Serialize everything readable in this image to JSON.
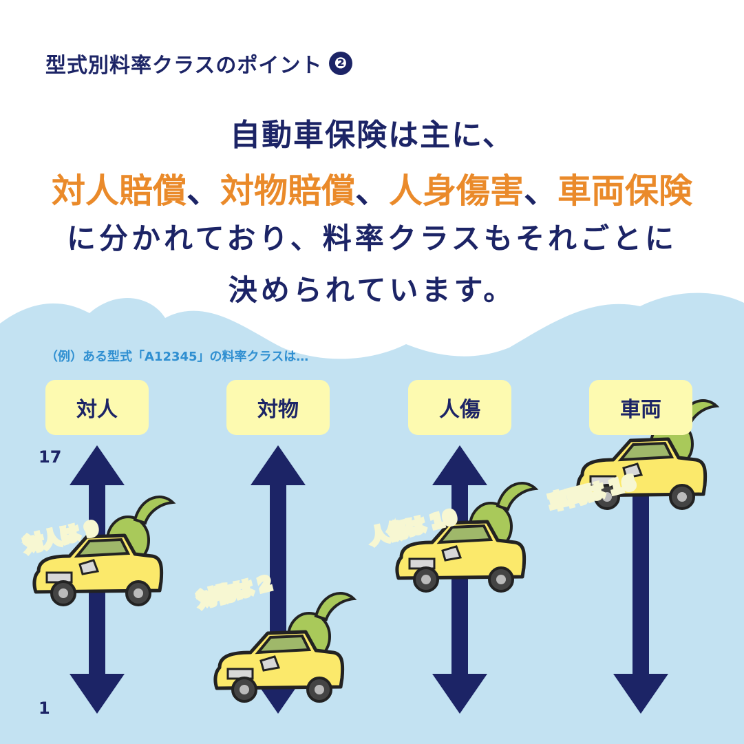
{
  "heading": {
    "text": "型式別料率クラスのポイント",
    "badge": "❷"
  },
  "message": {
    "line1": "自動車保険は主に、",
    "line2": [
      {
        "text": "対人賠償",
        "accent": true
      },
      {
        "text": "、",
        "accent": false
      },
      {
        "text": "対物賠償",
        "accent": true
      },
      {
        "text": "、",
        "accent": false
      },
      {
        "text": "人身傷害",
        "accent": true
      },
      {
        "text": "、",
        "accent": false
      },
      {
        "text": "車両保険",
        "accent": true
      }
    ],
    "line3": "に分かれており、料率クラスもそれごとに",
    "line4": "決められています。"
  },
  "example": "（例）ある型式「A12345」の料率クラスは…",
  "axis": {
    "max_label": "17",
    "min_label": "1",
    "max": 17,
    "min": 1
  },
  "categories": [
    {
      "name": "対人",
      "class": 9,
      "label": "対人は 9"
    },
    {
      "name": "対物",
      "class": 2,
      "label": "対物は 2"
    },
    {
      "name": "人傷",
      "class": 10,
      "label": "人傷は 10"
    },
    {
      "name": "車両",
      "class": 16,
      "label": "車両は 16"
    }
  ],
  "colors": {
    "navy": "#1c2466",
    "orange": "#ea8a2a",
    "sky": "#c3e2f2",
    "label_yellow": "#fdfab0",
    "car_yellow": "#fbe96b",
    "bird_green": "#a9c95a",
    "example_blue": "#2f8fd1"
  },
  "icons": [
    "double-arrow-icon",
    "car-with-bird-icon",
    "badge-number-icon"
  ]
}
